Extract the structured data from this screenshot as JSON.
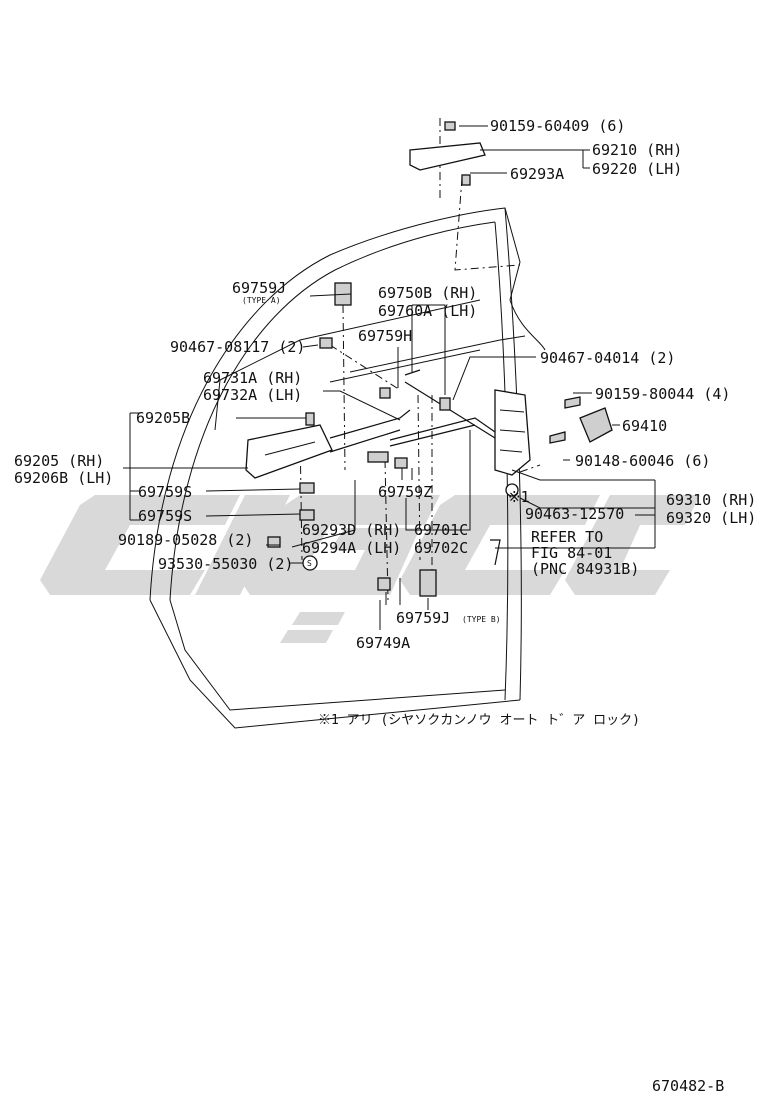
{
  "watermark": "CIGC",
  "labels": {
    "p90159_60409": "90159-60409 (6)",
    "p69210": "69210 (RH)",
    "p69220": "69220 (LH)",
    "p69293A": "69293A",
    "p69759J_a": "69759J",
    "type_a": "(TYPE A)",
    "p69750B": "69750B (RH)",
    "p69760A": "69760A (LH)",
    "p69759H": "69759H",
    "p90467_08117": "90467-08117 (2)",
    "p90467_04014": "90467-04014 (2)",
    "p69731A": "69731A (RH)",
    "p69732A": "69732A (LH)",
    "p90159_80044": "90159-80044 (4)",
    "p69205B": "69205B",
    "p69410": "69410",
    "p90148_60046": "90148-60046 (6)",
    "p69205": "69205  (RH)",
    "p69206B": "69206B (LH)",
    "p69759S_1": "69759S",
    "p69759Z": "69759Z",
    "mark_1": "※1",
    "p69310": "69310 (RH)",
    "p69320": "69320 (LH)",
    "p69759S_2": "69759S",
    "p90463_12570": "90463-12570",
    "p69293D": "69293D (RH)",
    "p69294A": "69294A (LH)",
    "p69701C": "69701C",
    "p69702C": "69702C",
    "p90189_05028": "90189-05028 (2)",
    "refer_to": "REFER TO",
    "fig": "FIG 84-01",
    "pnc": "(PNC 84931B)",
    "p93530_55030": "93530-55030 (2)",
    "s_mark": "S",
    "p69759J_b": "69759J",
    "type_b": "(TYPE B)",
    "p69749A": "69749A",
    "footnote": "※1 アリ (シヤソクカンノウ オート ト゛ア ロック)",
    "figure_id": "670482-B"
  }
}
